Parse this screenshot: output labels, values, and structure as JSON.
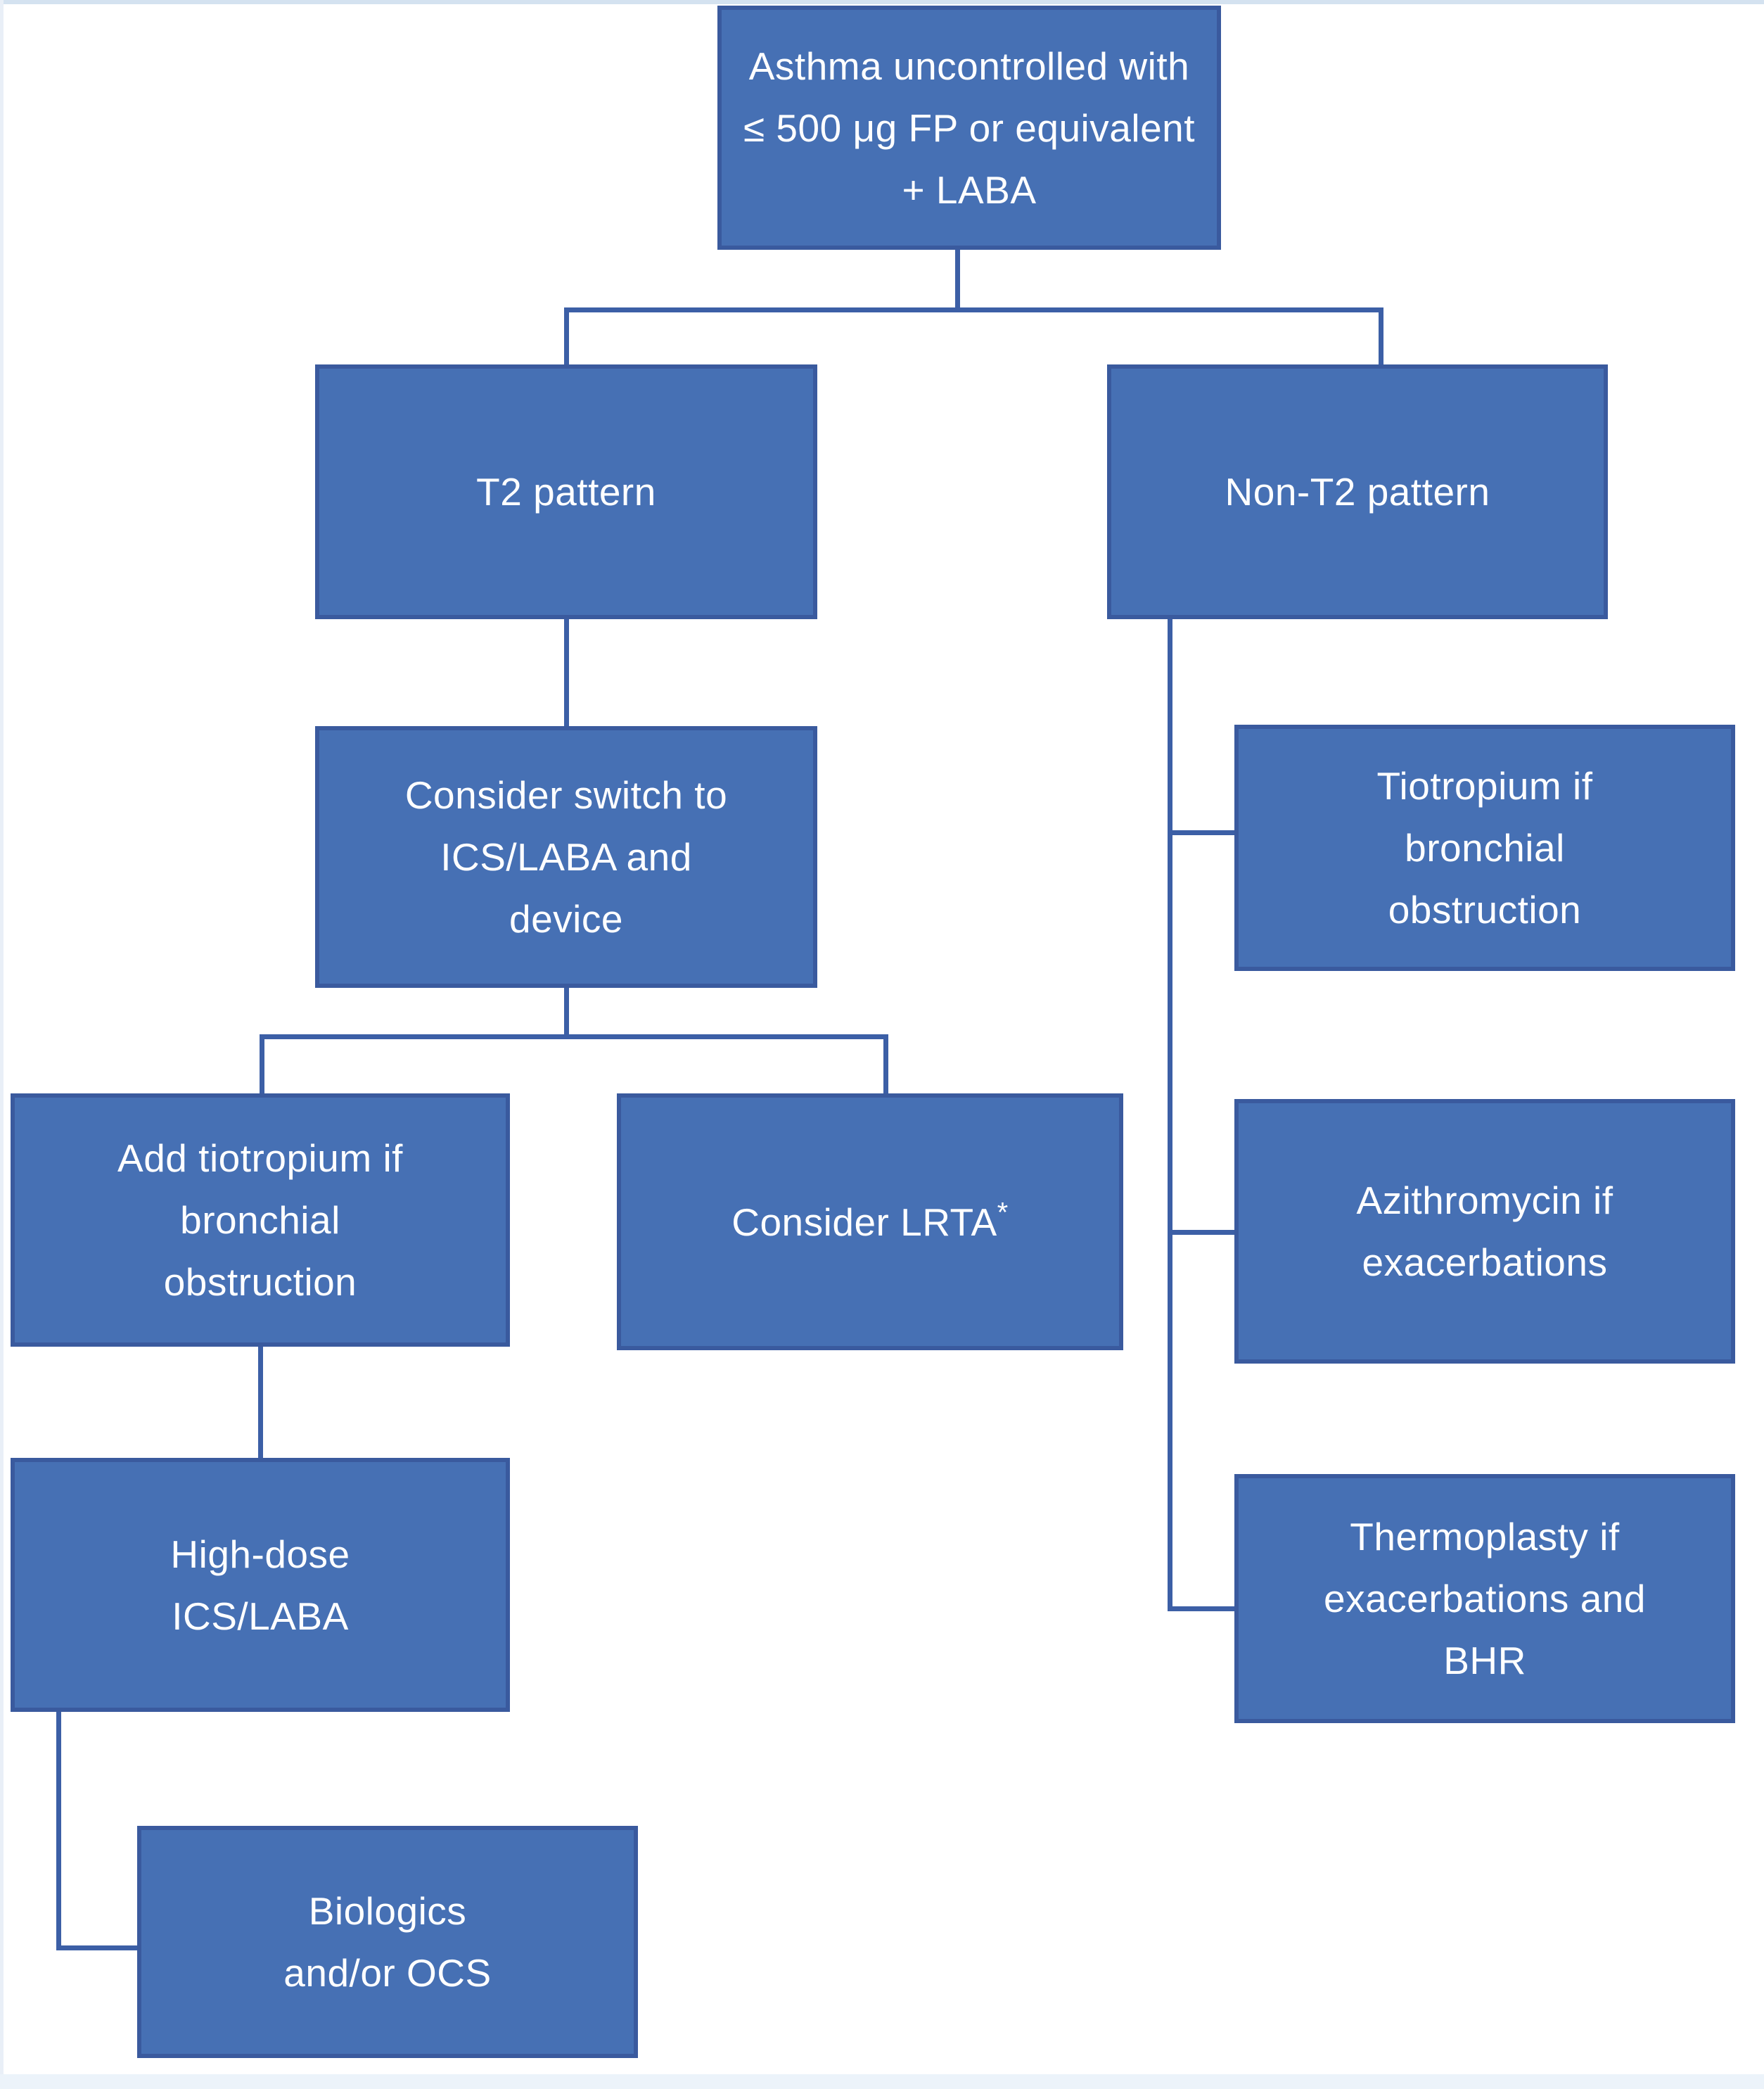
{
  "diagram": {
    "title_semantic": "Asthma treatment escalation flowchart",
    "type": "flowchart"
  },
  "colors": {
    "node_fill": "#4670B4",
    "node_border": "#3A5A9E",
    "connector": "#3C5FA6",
    "node_text": "#FFFFFF",
    "page_background": "#FFFFFF",
    "frame_tint": "#D4E2F0"
  },
  "nodes": [
    {
      "id": "asthma",
      "lines": [
        "Asthma uncontrolled with",
        "≤ 500 μg FP or equivalent",
        "+ LABA"
      ]
    },
    {
      "id": "t2",
      "lines": [
        "T2 pattern"
      ]
    },
    {
      "id": "non-t2",
      "lines": [
        "Non-T2 pattern"
      ]
    },
    {
      "id": "switch",
      "lines": [
        "Consider switch to",
        "ICS/LABA and",
        "device"
      ]
    },
    {
      "id": "tiotropium",
      "lines": [
        "Tiotropium if",
        "bronchial",
        "obstruction"
      ]
    },
    {
      "id": "add-tiotropium",
      "lines": [
        "Add tiotropium if",
        "bronchial",
        "obstruction"
      ]
    },
    {
      "id": "lrta",
      "label": "Consider LRTA",
      "sup": "*"
    },
    {
      "id": "azithromycin",
      "lines": [
        "Azithromycin if",
        "exacerbations"
      ]
    },
    {
      "id": "high-dose",
      "lines": [
        "High-dose",
        "ICS/LABA"
      ]
    },
    {
      "id": "thermoplasty",
      "lines": [
        "Thermoplasty if",
        "exacerbations and",
        "BHR"
      ]
    },
    {
      "id": "biologics",
      "lines": [
        "Biologics",
        "and/or OCS"
      ]
    }
  ]
}
